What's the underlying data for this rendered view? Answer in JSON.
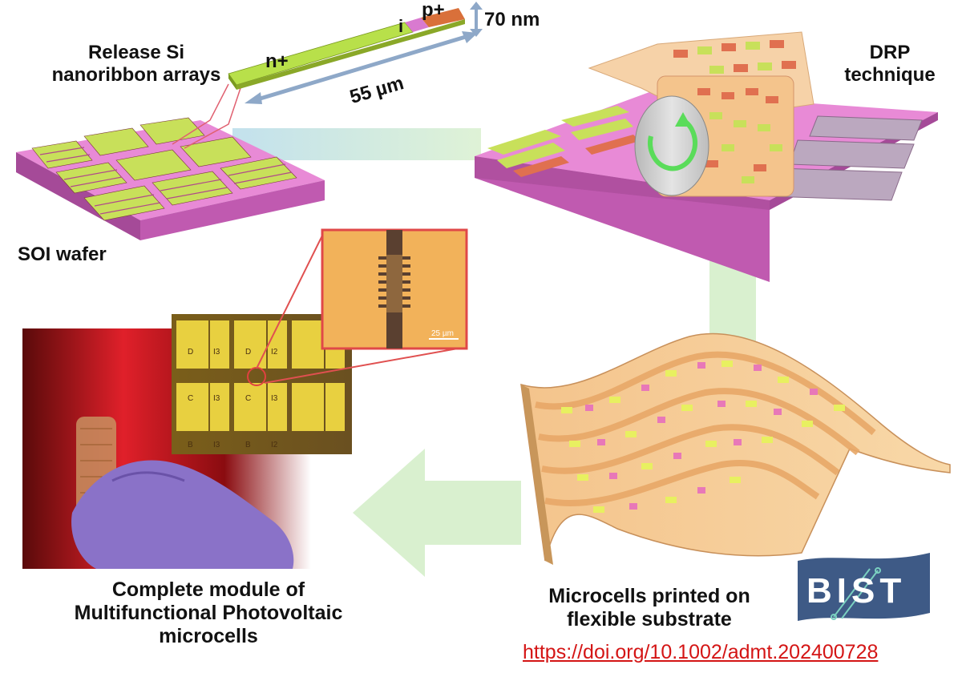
{
  "labels": {
    "release_line1": "Release Si",
    "release_line2": "nanoribbon arrays",
    "soi": "SOI wafer",
    "drp_line1": "DRP",
    "drp_line2": "technique",
    "complete_line1": "Complete module of",
    "complete_line2": "Multifunctional Photovoltaic",
    "complete_line3": "microcells",
    "printed_line1": "Microcells printed on",
    "printed_line2": "flexible substrate"
  },
  "nanoribbon": {
    "n_region": "n+",
    "i_region": "i",
    "p_region": "p+",
    "thickness": "70 nm",
    "length": "55 µm"
  },
  "micrograph": {
    "scale_bar": "25 µm",
    "cell_letters": [
      "D",
      "I3",
      "D",
      "I2",
      "C",
      "I3",
      "C",
      "I3",
      "B",
      "I3",
      "B",
      "I2"
    ]
  },
  "logo": {
    "text": "BIST"
  },
  "link": {
    "text": "https://doi.org/10.1002/admt.202400728"
  },
  "colors": {
    "wafer_pink": "#e88ad6",
    "n_region": "#b8e04a",
    "i_region": "#d97ad0",
    "p_region": "#d9703a",
    "cycle_arrow": "#d9f0cf",
    "link": "#d41515",
    "logo_blue": "#3e5a86"
  }
}
